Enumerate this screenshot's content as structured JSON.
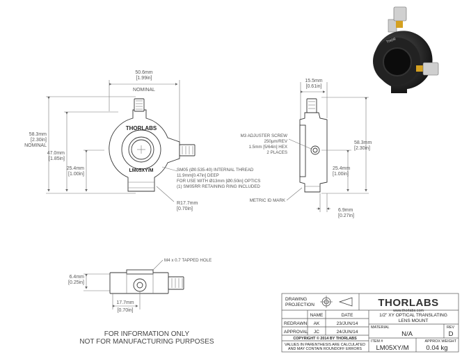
{
  "front_view": {
    "width_mm": "50.6mm",
    "width_in": "[1.99in]",
    "width_note": "NOMINAL",
    "height_mm": "58.3mm",
    "height_in": "[2.30in]",
    "height_note": "NOMINAL",
    "body_mm": "47.0mm",
    "body_in": "[1.85in]",
    "center_mm": "25.4mm",
    "center_in": "[1.00in]",
    "radius_mm": "R17.7mm",
    "radius_in": "[0.70in]",
    "brand_mark": "THORLABS",
    "part_mark": "LM05XY/M",
    "thread_note": [
      "SM05 (Ø0.535-40) INTERNAL THREAD",
      "11.9mm[0.47in] DEEP",
      "FOR USE WITH Ø13mm [Ø0.50in] OPTICS",
      "(1) SM05RR RETAINING RING INCLUDED"
    ]
  },
  "side_view": {
    "depth_mm": "15.5mm",
    "depth_in": "[0.61in]",
    "height_mm": "58.3mm",
    "height_in": "[2.30in]",
    "center_mm": "25.4mm",
    "center_in": "[1.00in]",
    "offset_mm": "6.9mm",
    "offset_in": "[0.27in]",
    "screw_note": [
      "M3 ADJUSTER SCREW",
      "250µm/REV",
      "1.5mm [5/64in] HEX",
      "2 PLACES"
    ],
    "metric_note": "METRIC ID MARK"
  },
  "bottom_view": {
    "tap_note": "M4 x 0.7 TAPPED HOLE",
    "thick_mm": "6.4mm",
    "thick_in": "[0.25in]",
    "hole_mm": "17.7mm",
    "hole_in": "[0.70in]"
  },
  "disclaimer": [
    "FOR INFORMATION ONLY",
    "NOT FOR MANUFACTURING PURPOSES"
  ],
  "title_block": {
    "projection_label": [
      "DRAWING",
      "PROJECTION"
    ],
    "company": "THORLABS",
    "website": "www.thorlabs.com",
    "name_header": "NAME",
    "date_header": "DATE",
    "rows": [
      {
        "role": "REDRAWN",
        "name": "AK",
        "date": "23/JUN/14"
      },
      {
        "role": "APPROVAL",
        "name": "JC",
        "date": "24/JUN/14"
      }
    ],
    "copyright": "COPYRIGHT © 2014 BY THORLABS",
    "tolerance_note": [
      "VALUES IN PARENTHESIS ARE CALCULATED",
      "AND MAY CONTAIN ROUNDOFF ERRORS"
    ],
    "title": [
      "1/2\" XY OPTICAL TRANSLATING",
      "LENS MOUNT"
    ],
    "material_label": "MATERIAL",
    "material_value": "N/A",
    "rev_label": "REV",
    "rev_value": "D",
    "item_label": "ITEM #",
    "item_value": "LM05XY/M",
    "weight_label": "APPROX WEIGHT",
    "weight_value": "0.04 kg"
  },
  "photo": {
    "brand": "THOR"
  }
}
